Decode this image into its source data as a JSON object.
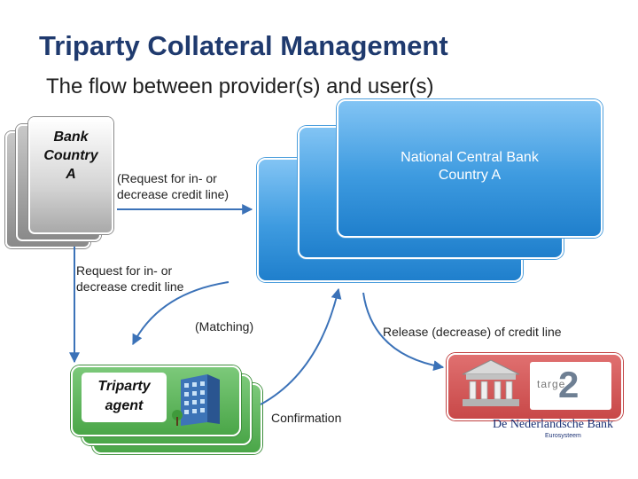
{
  "title": "Triparty Collateral Management",
  "subtitle": "The flow between provider(s) and user(s)",
  "nodes": {
    "bank": {
      "label_line1": "Bank",
      "label_line2": "Country",
      "label_line3": "A"
    },
    "ncb": {
      "label_line1": "National Central Bank",
      "label_line2": "Country A"
    },
    "triparty": {
      "label_line1": "Triparty",
      "label_line2": "agent"
    },
    "dnb": {
      "target_word": "targe",
      "target_number": "2",
      "bank_name": "De Nederlandsche Bank",
      "bank_subtitle": "Eurosysteem"
    }
  },
  "flows": {
    "bank_to_ncb_line1": "(Request for in- or",
    "bank_to_ncb_line2": "decrease credit line)",
    "request_line1": "Request for in- or",
    "request_line2": "decrease credit line",
    "matching": "(Matching)",
    "release": "Release (decrease) of credit line",
    "confirmation": "Confirmation"
  },
  "colors": {
    "title": "#1f3a6e",
    "ncb": "#3e9be0",
    "triparty": "#4aa648",
    "dnb": "#c84848",
    "arrow": "#3b72b8"
  }
}
